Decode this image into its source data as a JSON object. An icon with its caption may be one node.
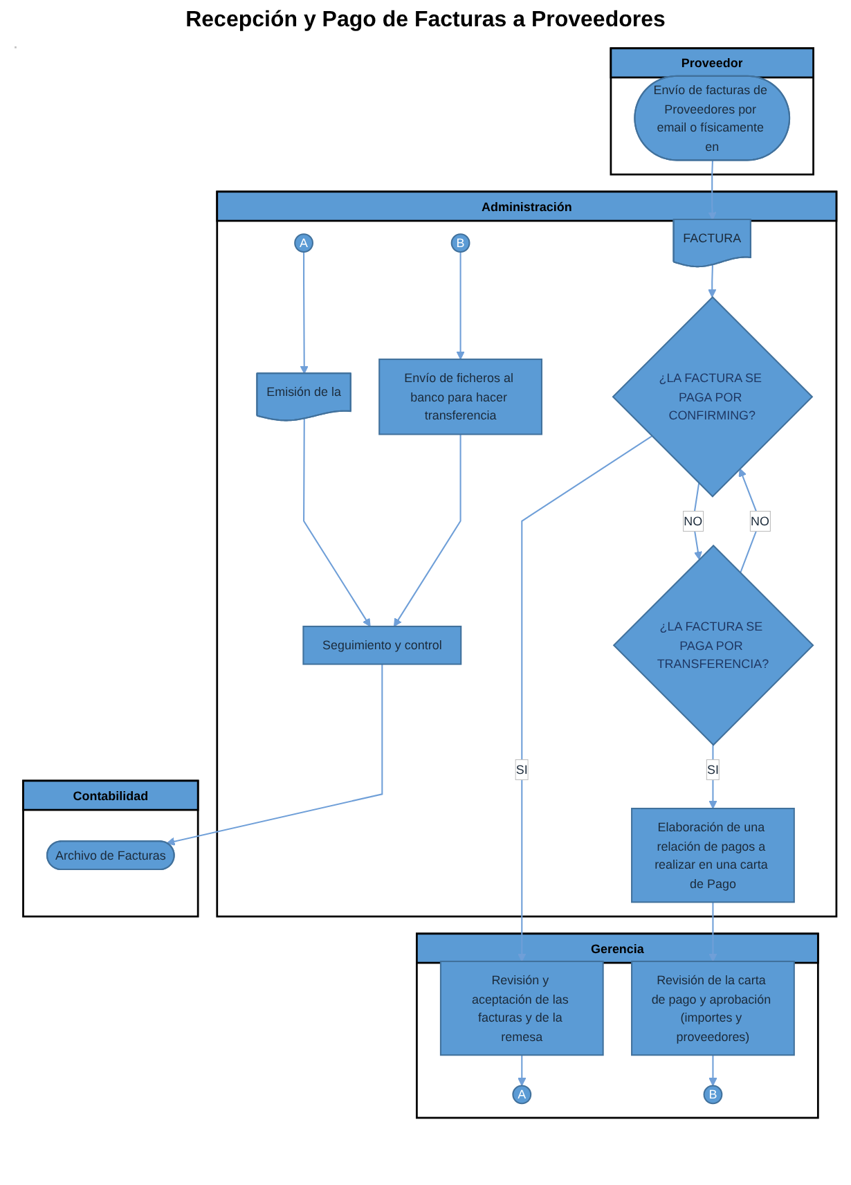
{
  "diagram": {
    "title": "Recepción y Pago de Facturas a Proveedores",
    "nodes": [
      {
        "text": [
          "Proveedor"
        ]
      },
      {
        "text": [
          "Envío de facturas de Proveedores por email o físicamente en"
        ],
        "in": 0
      },
      {
        "text": [
          "Administración"
        ]
      },
      {
        "text": [
          "FACTURA"
        ],
        "in": 2
      },
      {
        "text": [
          "¿LA FACTURA SE PAGA POR CONFIRMING?"
        ],
        "in": 2
      },
      {
        "text": [
          "¿LA FACTURA SE PAGA POR TRANSFERENCIA?"
        ],
        "in": 2
      },
      {
        "text": [
          "Elaboración de una relación de pagos a realizar en una carta de Pago"
        ],
        "in": 2
      },
      {
        "text": [
          "A"
        ],
        "in": 2
      },
      {
        "text": [
          "Emisión de la"
        ],
        "in": 2
      },
      {
        "text": [
          "Seguimiento y control"
        ],
        "in": 2
      },
      {
        "text": [
          "B"
        ],
        "in": 2
      },
      {
        "text": [
          "Envío de ficheros al banco para hacer transferencia"
        ],
        "in": 2
      },
      {
        "text": [
          "Gerencia"
        ]
      },
      {
        "text": [
          "Revisión y aceptación de las facturas y de la remesa"
        ],
        "in": 12
      },
      {
        "text": [
          "A"
        ],
        "in": 12
      },
      {
        "text": [
          "Revisión de la carta de pago y aprobación (importes y proveedores)"
        ],
        "in": 12
      },
      {
        "text": [
          "B"
        ],
        "in": 12
      },
      {
        "text": [
          "Contabilidad"
        ]
      },
      {
        "text": [
          "Archivo de Facturas"
        ],
        "in": 17
      }
    ],
    "edges": [
      {
        "from": 1,
        "to": 3,
        "arrow": "to"
      },
      {
        "from": 3,
        "to": 4,
        "arrow": "to"
      },
      {
        "from": 4,
        "to": 13,
        "arrow": "to",
        "label": "SI"
      },
      {
        "from": 4,
        "to": 5,
        "arrow": "to",
        "label": "NO"
      },
      {
        "from": 5,
        "to": 4,
        "arrow": "to",
        "label": "NO"
      },
      {
        "from": 5,
        "to": 6,
        "arrow": "to",
        "label": "SI"
      },
      {
        "from": 13,
        "to": 14,
        "arrow": "to"
      },
      {
        "from": 6,
        "to": 15,
        "arrow": "to"
      },
      {
        "from": 15,
        "to": 16,
        "arrow": "to"
      },
      {
        "from": 7,
        "to": 8,
        "arrow": "to"
      },
      {
        "from": 8,
        "to": 9,
        "arrow": "to"
      },
      {
        "from": 9,
        "to": 18,
        "arrow": "to"
      },
      {
        "from": 10,
        "to": 11,
        "arrow": "to"
      },
      {
        "from": 11,
        "to": 9,
        "arrow": "to"
      }
    ]
  }
}
